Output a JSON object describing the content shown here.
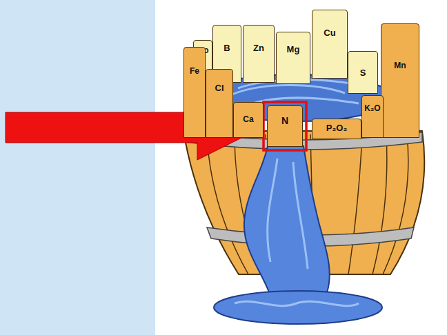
{
  "diagram": {
    "nodes": [
      {
        "text": [
          "Mo"
        ]
      },
      {
        "text": [
          "B"
        ]
      },
      {
        "text": [
          "Zn"
        ]
      },
      {
        "text": [
          "Mg"
        ]
      },
      {
        "text": [
          "Cu"
        ]
      },
      {
        "text": [
          "Fe"
        ]
      },
      {
        "text": [
          "Cl"
        ]
      },
      {
        "text": [
          "S"
        ]
      },
      {
        "text": [
          "Mn"
        ]
      },
      {
        "text": [
          "Ca"
        ]
      },
      {
        "text": [
          "N"
        ]
      },
      {
        "text": [
          "P₂O₂"
        ]
      },
      {
        "text": [
          "K₂O"
        ]
      }
    ]
  }
}
